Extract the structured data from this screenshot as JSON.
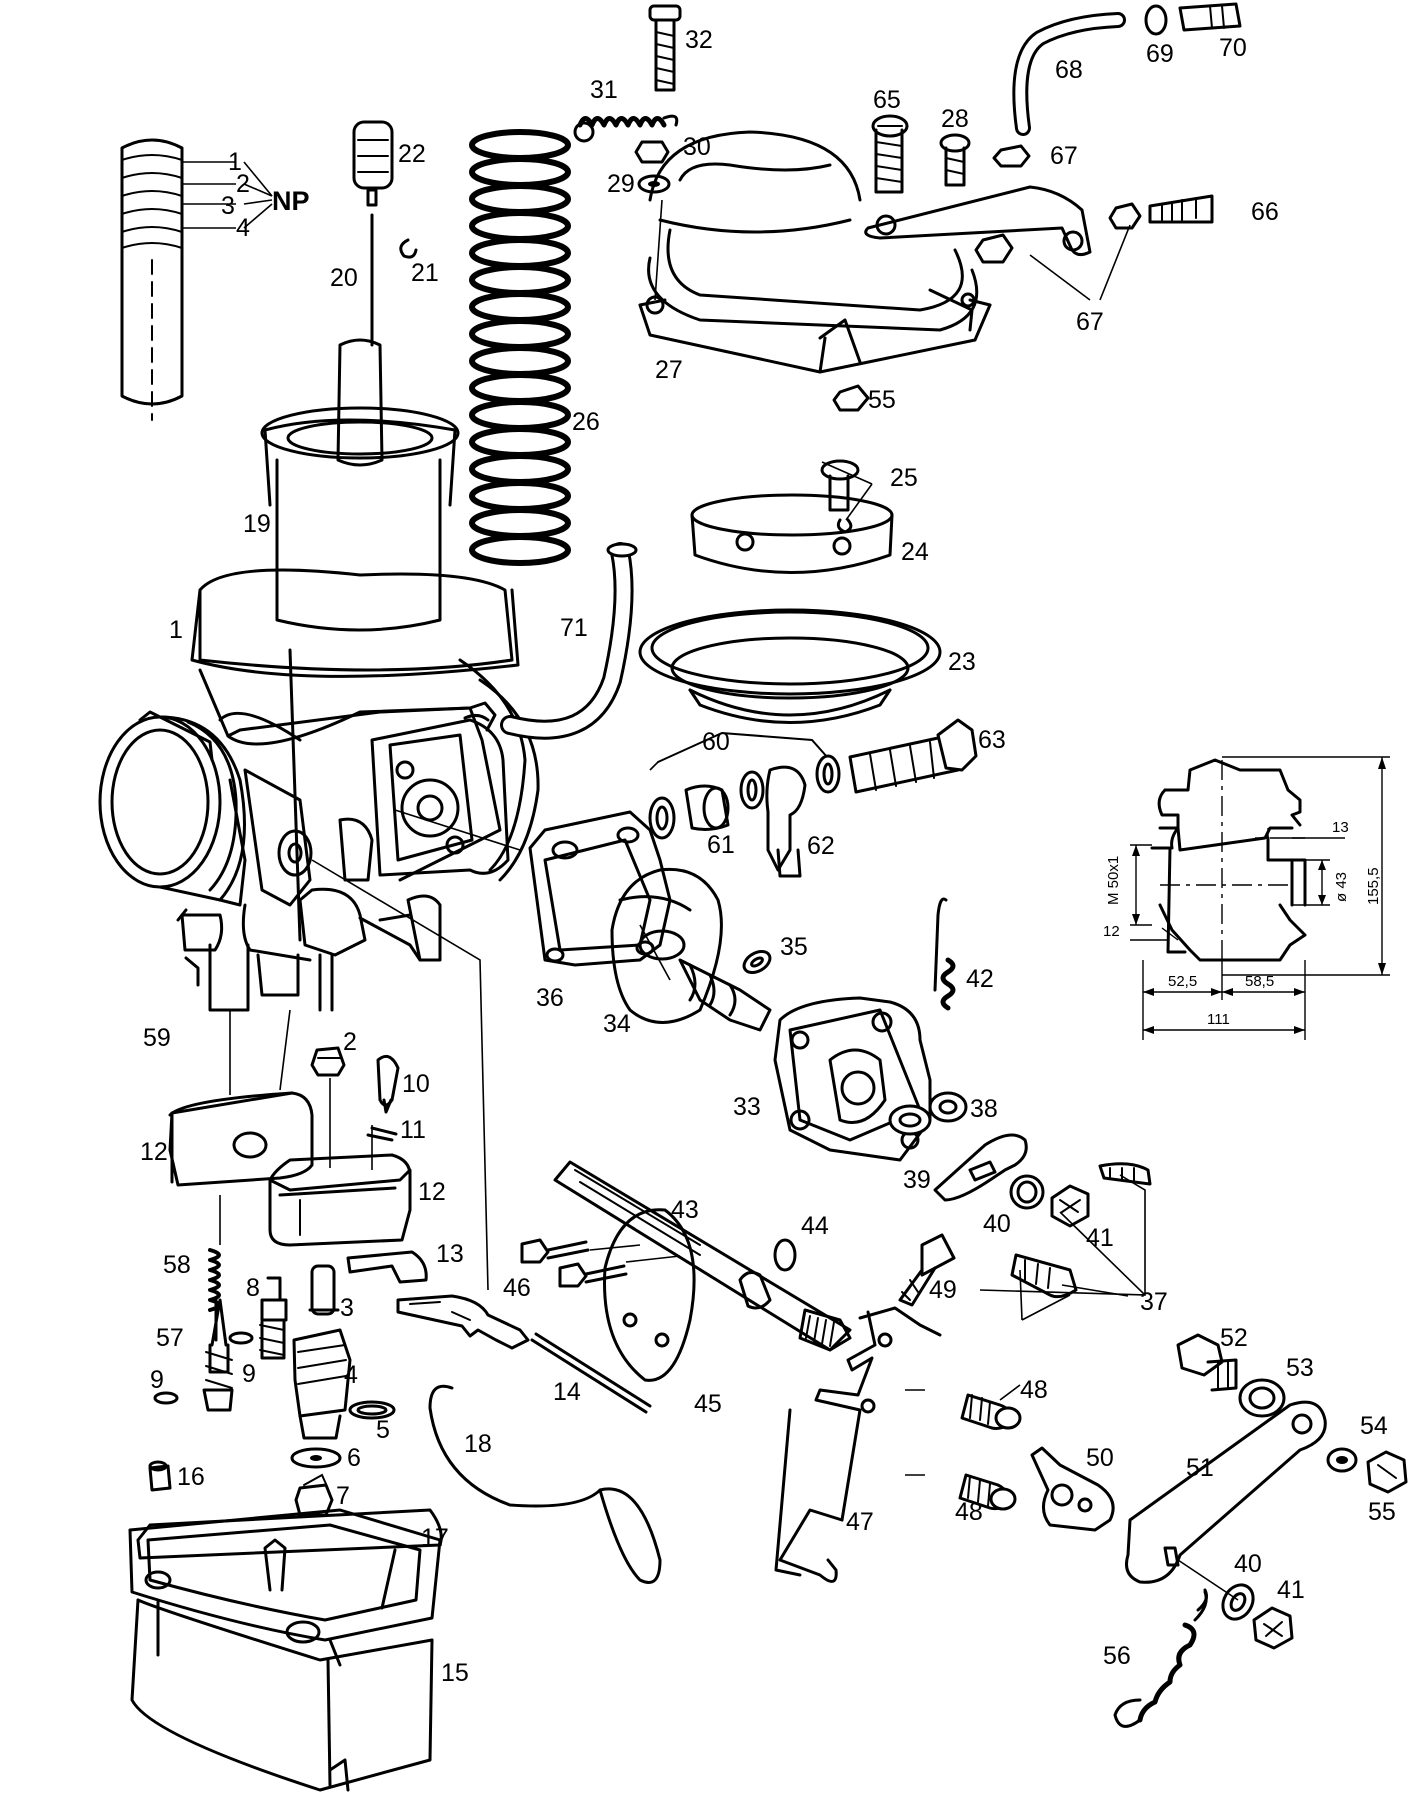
{
  "part_labels": [
    "1",
    "2",
    "3",
    "4",
    "5",
    "6",
    "7",
    "8",
    "9",
    "9",
    "10",
    "11",
    "12",
    "12",
    "13",
    "14",
    "15",
    "16",
    "17",
    "18",
    "19",
    "20",
    "21",
    "22",
    "23",
    "24",
    "25",
    "26",
    "27",
    "28",
    "29",
    "30",
    "31",
    "32",
    "33",
    "34",
    "35",
    "36",
    "37",
    "38",
    "39",
    "40",
    "40",
    "41",
    "41",
    "42",
    "43",
    "44",
    "45",
    "46",
    "47",
    "48",
    "48",
    "49",
    "50",
    "51",
    "52",
    "53",
    "54",
    "55",
    "55",
    "56",
    "57",
    "58",
    "59",
    "60",
    "61",
    "62",
    "63",
    "65",
    "66",
    "67",
    "67",
    "68",
    "69",
    "70",
    "71"
  ],
  "needle": {
    "notches": [
      "1",
      "2",
      "3",
      "4"
    ],
    "label": "NP"
  },
  "dimensions": {
    "thread": "M 50x1",
    "bore": "ø 43",
    "height": "155,5",
    "top_offset": "13",
    "left_offset": "12",
    "left_width": "52,5",
    "right_width": "58,5",
    "total_width": "111"
  }
}
